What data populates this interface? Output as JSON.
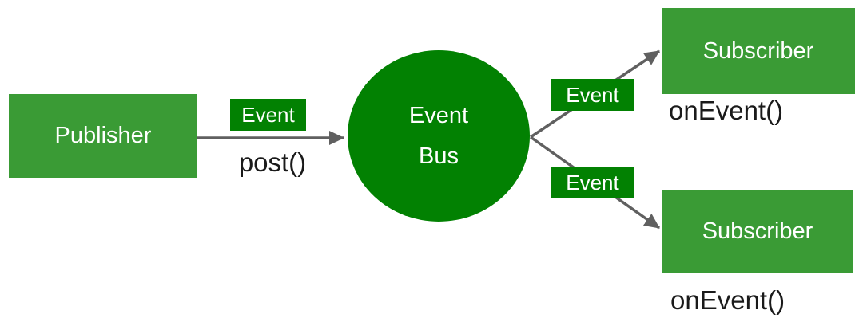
{
  "diagram": {
    "publisher": {
      "label": "Publisher",
      "method_label": "post()"
    },
    "bus": {
      "label_line1": "Event",
      "label_line2": "Bus"
    },
    "badges": {
      "publisher_event": "Event",
      "subscriber_top_event": "Event",
      "subscriber_bottom_event": "Event"
    },
    "subscribers": [
      {
        "label": "Subscriber",
        "method_label": "onEvent()"
      },
      {
        "label": "Subscriber",
        "method_label": "onEvent()"
      }
    ],
    "colors": {
      "box_green": "#3A9B35",
      "dark_green": "#028102",
      "arrow_gray": "#606060",
      "text_dark": "#1A1A1A",
      "text_light": "#FFFFFF"
    }
  }
}
